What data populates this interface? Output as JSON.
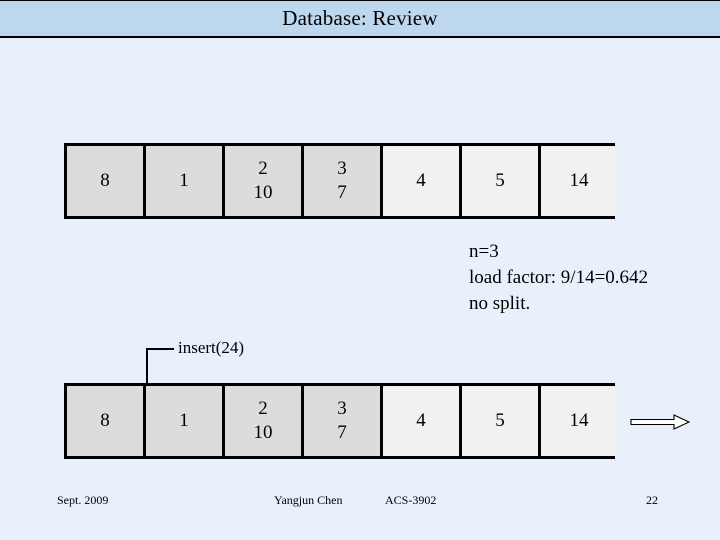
{
  "slide": {
    "title": "Database: Review",
    "background_color": "#e8f0fb",
    "title_bar_color": "#bdd7ef"
  },
  "hash_table_top": {
    "name": "linear-hashing-buckets-before",
    "cells": [
      {
        "lines": [
          "8"
        ],
        "state": "filled"
      },
      {
        "lines": [
          "1"
        ],
        "state": "filled"
      },
      {
        "lines": [
          "2",
          "10"
        ],
        "state": "filled"
      },
      {
        "lines": [
          "3",
          "7"
        ],
        "state": "filled"
      },
      {
        "lines": [
          "4"
        ],
        "state": "empty"
      },
      {
        "lines": [
          "5"
        ],
        "state": "empty"
      },
      {
        "lines": [
          "14"
        ],
        "state": "empty"
      }
    ]
  },
  "hash_table_bottom": {
    "name": "linear-hashing-buckets-after",
    "cells": [
      {
        "lines": [
          "8"
        ],
        "state": "filled"
      },
      {
        "lines": [
          "1"
        ],
        "state": "filled"
      },
      {
        "lines": [
          "2",
          "10"
        ],
        "state": "filled"
      },
      {
        "lines": [
          "3",
          "7"
        ],
        "state": "filled"
      },
      {
        "lines": [
          "4"
        ],
        "state": "empty"
      },
      {
        "lines": [
          "5"
        ],
        "state": "empty"
      },
      {
        "lines": [
          "14"
        ],
        "state": "empty"
      }
    ]
  },
  "notes": {
    "line1": "n=3",
    "line2": "load factor: 9/14=0.642",
    "line3": "no split."
  },
  "callout": {
    "label": "insert(24)"
  },
  "footer": {
    "date": "Sept. 2009",
    "author": "Yangjun Chen",
    "course": "ACS-3902",
    "page": "22"
  }
}
